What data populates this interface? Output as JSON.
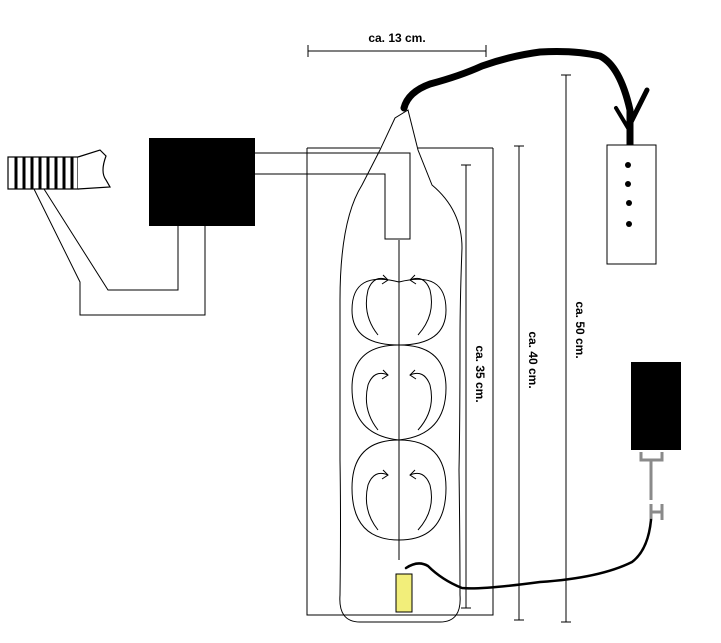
{
  "labels": {
    "width_13": "ca. 13 cm.",
    "height_35": "ca. 35 cm.",
    "height_40": "ca. 40 cm.",
    "height_50": "ca. 50 cm."
  },
  "colors": {
    "ink": "#000000",
    "background": "#ffffff",
    "sensor_fill": "#f2ee7a",
    "valve_gray": "#8a8a8a"
  },
  "icons": {
    "air_filter": "air-filter-icon",
    "pump": "pump-box-icon",
    "controller": "controller-box-icon",
    "power_supply": "power-box-icon",
    "sensor": "sensor-probe-icon",
    "valve": "valve-icon"
  }
}
